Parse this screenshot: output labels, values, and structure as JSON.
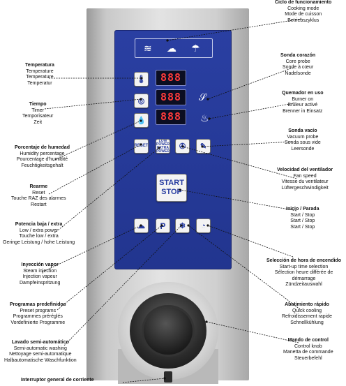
{
  "labels": {
    "mode": {
      "title": "Ciclo de funcionamiento",
      "lines": [
        "Cooking mode",
        "Mode de cuisson",
        "Betriebszyklus"
      ]
    },
    "core": {
      "title": "Sonda corazón",
      "lines": [
        "Core probe",
        "Sonde à cœur",
        "Nadelsonde"
      ]
    },
    "burner": {
      "title": "Quemador en uso",
      "lines": [
        "Burner on",
        "Brûleur activé",
        "Brenner in Einsatz"
      ]
    },
    "vacuum": {
      "title": "Sonda vacío",
      "lines": [
        "Vacuum probe",
        "Sonda sous vide",
        "Leersonde"
      ]
    },
    "fan": {
      "title": "Velocidad del ventilador",
      "lines": [
        "Fan speed",
        "Vitesse du ventilateur",
        "Lüftergeschwindigkeit"
      ]
    },
    "startstop": {
      "title": "Inicio / Parada",
      "lines": [
        "Start / Stop",
        "Start / Stop",
        "Start / Stop"
      ]
    },
    "startup": {
      "title": "Selección de hora de encendido",
      "lines": [
        "Start-up time selection",
        "Sélection heure différée de",
        "démarrage",
        "Zündzeitauswahl"
      ]
    },
    "cooling": {
      "title": "Abatimiento rápido",
      "lines": [
        "Quick cooling",
        "Refroidissement rapide",
        "Schnellkühlung"
      ]
    },
    "knob": {
      "title": "Mando de control",
      "lines": [
        "Control knob",
        "Manetta de commande",
        "Steuerbefehl"
      ]
    },
    "temp": {
      "title": "Temperatura",
      "lines": [
        "Temperature",
        "Temperature",
        "Temperatur"
      ]
    },
    "timer": {
      "title": "Tiempo",
      "lines": [
        "Timer",
        "Temporisateur",
        "Zeit"
      ]
    },
    "humidity": {
      "title": "Porcentaje de humedad",
      "lines": [
        "Humidity percentage",
        "Pourcentage d'humidité",
        "Feuchtigkeitsgehalt"
      ]
    },
    "reset": {
      "title": "Rearme",
      "lines": [
        "Reset",
        "Touche RAZ des alarmes",
        "Restart"
      ]
    },
    "power": {
      "title": "Potencia baja / extra",
      "lines": [
        "Low / extra power",
        "Touche low / extra",
        "Geringe Leistung / hohe Leistung"
      ]
    },
    "steam": {
      "title": "Inyección vapor",
      "lines": [
        "Steam injection",
        "Injection vapeur",
        "Dampfeinspritzung"
      ]
    },
    "preset": {
      "title": "Programas predefinidos",
      "lines": [
        "Preset programs",
        "Programmes préréglés",
        "Vordefinierte Programme"
      ]
    },
    "wash": {
      "title": "Lavado semi-automático",
      "lines": [
        "Semi-automatic washing",
        "Nettoyage semi-automatique",
        "Halbautomatische Waschfunktion"
      ]
    },
    "mainswitch": {
      "title": "Interruptor general de corriente",
      "lines": []
    }
  },
  "panel": {
    "displays": [
      "888",
      "888",
      "888"
    ],
    "reset_label": "RESET",
    "power_label": [
      "LOW",
      "POWER",
      "EXTRA",
      "POWER"
    ],
    "start_label": [
      "START",
      "STOP"
    ],
    "preset_label": "P"
  },
  "icons": {
    "mode": [
      "dry-heat-icon",
      "combi-icon",
      "steam-icon"
    ],
    "temp": "thermometer-icon",
    "timer": "timer-icon",
    "humidity": "drop-icon",
    "core": "core-probe-icon",
    "burner": "flame-icon",
    "fan": "fan-icon",
    "vacuum": "vacuum-probe-icon",
    "steam": "steam-injection-icon",
    "cooling": "quick-cooling-icon",
    "startup": "clock-icon"
  },
  "colors": {
    "panel": "#2a3fa2",
    "display_digits": "#ff3b3b"
  }
}
